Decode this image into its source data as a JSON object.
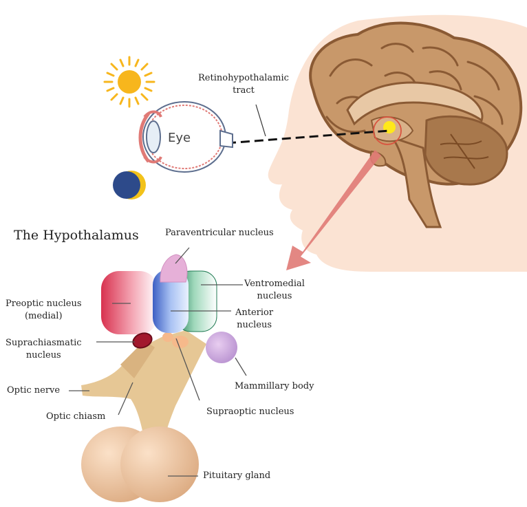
{
  "diagram": {
    "title": "The Hypothalamus",
    "eye_label": "Eye",
    "tract_label": [
      "Retinohypothalamic",
      "tract"
    ],
    "labels": {
      "paraventricular": "Paraventricular nucleus",
      "ventromedial": [
        "Ventromedial",
        "nucleus"
      ],
      "anterior": [
        "Anterior",
        "nucleus"
      ],
      "preoptic": [
        "Preoptic nucleus",
        "(medial)"
      ],
      "suprachiasmatic": [
        "Suprachiasmatic",
        "nucleus"
      ],
      "optic_nerve": "Optic nerve",
      "optic_chiasm": "Optic chiasm",
      "mammillary": "Mammillary body",
      "supraoptic": "Supraoptic nucleus",
      "pituitary": "Pituitary gland"
    },
    "icons": [
      "sun-icon",
      "moon-icon",
      "eye-icon",
      "head-icon",
      "brain-icon"
    ],
    "colors": {
      "skin": "#fbe3d3",
      "brain": "#c8986a",
      "brain_dark": "#8a5a34",
      "sun": "#f7b61d",
      "moon_dark": "#2d4a8a",
      "moon_light": "#f2c21a",
      "arrow": "#e07a76",
      "preoptic": "#e24a6a",
      "anterior": "#6a8fe0",
      "ventromedial": "#3f9f73",
      "paraventricular": "#e6b0d8",
      "mammillary": "#c9a2d8",
      "stalk": "#e6c795"
    }
  }
}
